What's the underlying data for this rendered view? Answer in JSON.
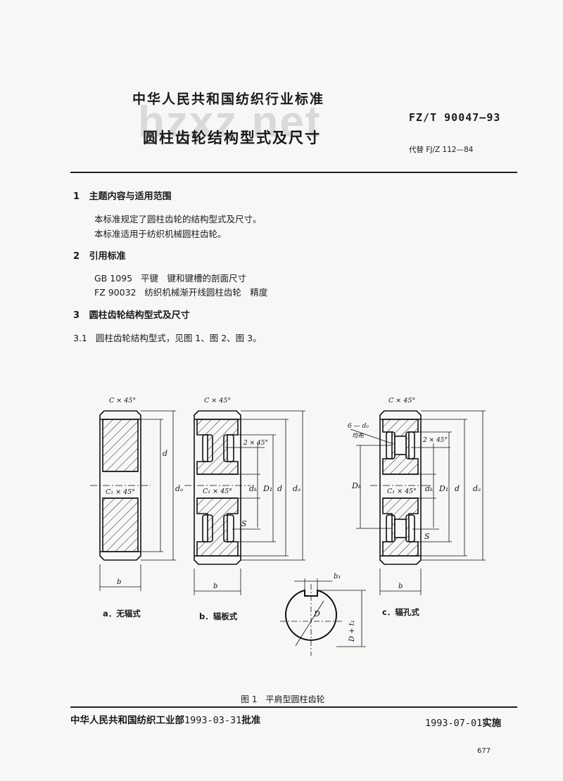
{
  "header": {
    "organization": "中华人民共和国纺织行业标准",
    "title": "圆柱齿轮结构型式及尺寸",
    "standard_number": "FZ/T 90047—93",
    "replaces": "代替 FJ/Z 112—84",
    "watermark": "hzxz.net"
  },
  "sections": [
    {
      "number": "1",
      "title": "主题内容与适用范围",
      "paragraphs": [
        "本标准规定了圆柱齿轮的结构型式及尺寸。",
        "本标准适用于纺织机械圆柱齿轮。"
      ]
    },
    {
      "number": "2",
      "title": "引用标准",
      "references": [
        {
          "code": "GB 1095",
          "title": "平键　键和键槽的剖面尺寸"
        },
        {
          "code": "FZ 90032",
          "title": "纺织机械渐开线圆柱齿轮　精度"
        }
      ]
    },
    {
      "number": "3",
      "title": "圆柱齿轮结构型式及尺寸"
    }
  ],
  "clause_3_1": {
    "number": "3.1",
    "text": "圆柱齿轮结构型式，见图 1、图 2、图 3。"
  },
  "figure": {
    "labels": {
      "chamfer": "C × 45°",
      "inner_chamfer": "C₁ × 45°",
      "chamfer_2": "2 × 45°",
      "d": "d",
      "da": "dₐ",
      "dk": "dₖ",
      "D1": "D₁",
      "Dk": "Dₖ",
      "S": "S",
      "b": "b",
      "b1": "b₁",
      "D": "D",
      "D_t1": "D + t₁",
      "holes": "6 — d₀",
      "holes_note": "均布"
    },
    "captions": {
      "a": "a．无辐式",
      "b": "b．辐板式",
      "c": "c．辐孔式"
    },
    "title": "图 1　平肩型圆柱齿轮"
  },
  "footer": {
    "issuer": "中华人民共和国纺织工业部",
    "issue_date": "1993-03-31",
    "issue_suffix": "批准",
    "effective_date": "1993-07-01",
    "effective_suffix": "实施"
  },
  "page_number": "677"
}
